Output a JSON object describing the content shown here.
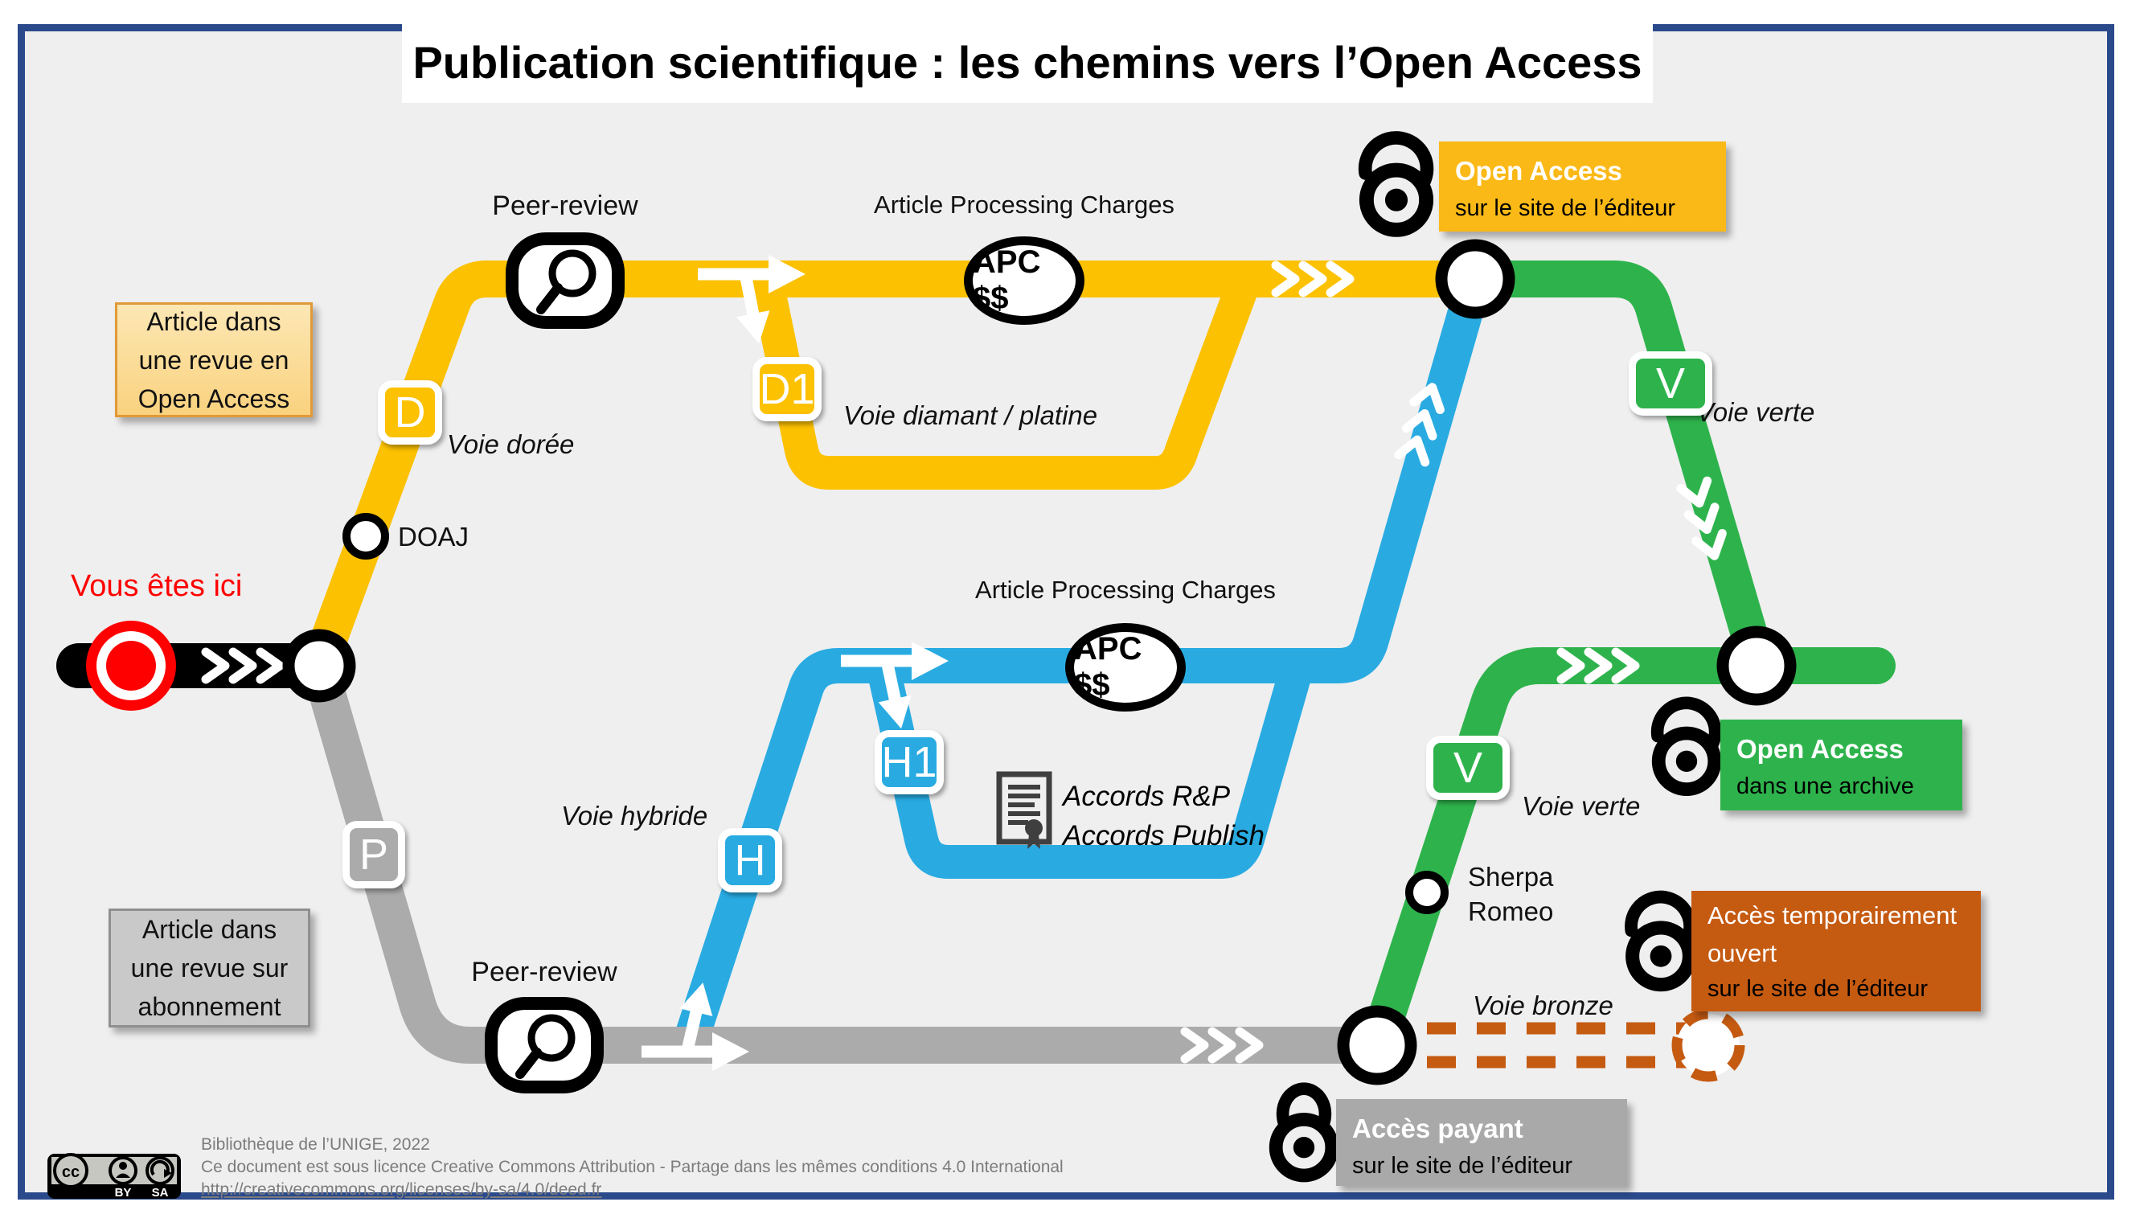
{
  "title": "Publication scientifique : les chemins vers l’Open Access",
  "you_are_here": "Vous êtes ici",
  "colors": {
    "gold": "#FCC101",
    "blue": "#29ABE2",
    "green": "#2EB34C",
    "gray": "#ABABAB",
    "bronze": "#C55A11",
    "red": "#FF0000",
    "frame_navy": "#2B4A8C",
    "background": "#EFEFEF"
  },
  "badges": {
    "d": "D",
    "d1": "D1",
    "h": "H",
    "h1": "H1",
    "p": "P",
    "v": "V"
  },
  "routes": {
    "doree": "Voie dorée",
    "diamant": "Voie diamant / platine",
    "hybride": "Voie hybride",
    "verte": "Voie verte",
    "bronze": "Voie bronze"
  },
  "stations": {
    "peer_review": "Peer-review",
    "apc_label": "Article Processing Charges",
    "apc_value": "APC $$",
    "doaj": "DOAJ",
    "sherpa_line1": "Sherpa",
    "sherpa_line2": "Romeo"
  },
  "agreements": {
    "line1": "Accords R&P",
    "line2": "Accords Publish"
  },
  "boxes": {
    "revue_oa": {
      "line1": "Article dans",
      "line2": "une revue en",
      "line3": "Open Access"
    },
    "revue_abo": {
      "line1": "Article dans",
      "line2": "une revue sur",
      "line3": "abonnement"
    },
    "oa_editeur": {
      "title": "Open Access",
      "subtitle": "sur le site de l’éditeur"
    },
    "oa_archive": {
      "title": "Open Access",
      "subtitle": "dans une archive"
    },
    "acces_temporaire": {
      "title": "Accès temporairement",
      "title2": "ouvert",
      "subtitle": "sur le site de l’éditeur"
    },
    "acces_payant": {
      "title": "Accès payant",
      "subtitle": "sur le site de l’éditeur"
    }
  },
  "icons": {
    "open_lock": "open-access-padlock",
    "closed_lock": "closed-padlock",
    "magnifier": "peer-review-magnifier",
    "document_seal": "agreement-document",
    "cc": "creative-commons",
    "by": "attribution-person",
    "sa": "share-alike-arrow"
  },
  "footer": {
    "line1": "Bibliothèque de l’UNIGE, 2022",
    "line2": "Ce document est sous licence Creative Commons Attribution - Partage dans les mêmes conditions 4.0 International",
    "url": "http://creativecommons.org/licenses/by-sa/4.0/deed.fr",
    "cc_label": "cc",
    "by_label": "BY",
    "sa_label": "SA"
  }
}
